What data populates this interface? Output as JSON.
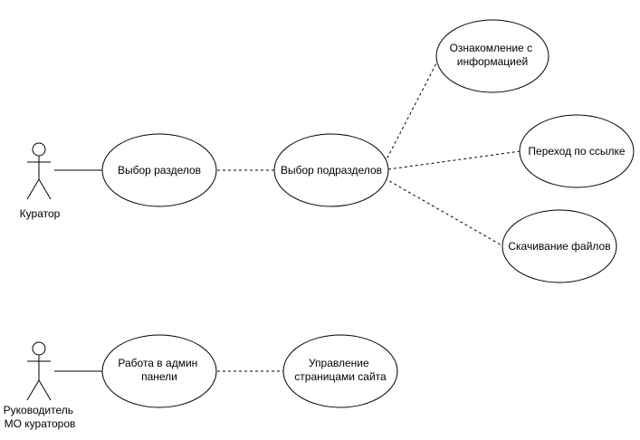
{
  "actors": [
    {
      "id": "curator",
      "lines": [
        "Куратор"
      ]
    },
    {
      "id": "head",
      "lines": [
        "Руководитель",
        "МО кураторов"
      ]
    }
  ],
  "use_cases": [
    {
      "id": "select-sections",
      "lines": [
        "Выбор разделов"
      ]
    },
    {
      "id": "select-subsections",
      "lines": [
        "Выбор подразделов"
      ]
    },
    {
      "id": "view-info",
      "lines": [
        "Ознакомление с",
        "информацией"
      ]
    },
    {
      "id": "follow-link",
      "lines": [
        "Переход по ссылке"
      ]
    },
    {
      "id": "download-files",
      "lines": [
        "Скачивание файлов"
      ]
    },
    {
      "id": "admin-panel",
      "lines": [
        "Работа в админ",
        "панели"
      ]
    },
    {
      "id": "manage-pages",
      "lines": [
        "Управление",
        "страницами сайта"
      ]
    }
  ],
  "links": [
    {
      "from": "curator",
      "to": "select-sections",
      "style": "solid"
    },
    {
      "from": "select-sections",
      "to": "select-subsections",
      "style": "dashed"
    },
    {
      "from": "select-subsections",
      "to": "view-info",
      "style": "dashed"
    },
    {
      "from": "select-subsections",
      "to": "follow-link",
      "style": "dashed"
    },
    {
      "from": "select-subsections",
      "to": "download-files",
      "style": "dashed"
    },
    {
      "from": "head",
      "to": "admin-panel",
      "style": "solid"
    },
    {
      "from": "admin-panel",
      "to": "manage-pages",
      "style": "dashed"
    }
  ]
}
